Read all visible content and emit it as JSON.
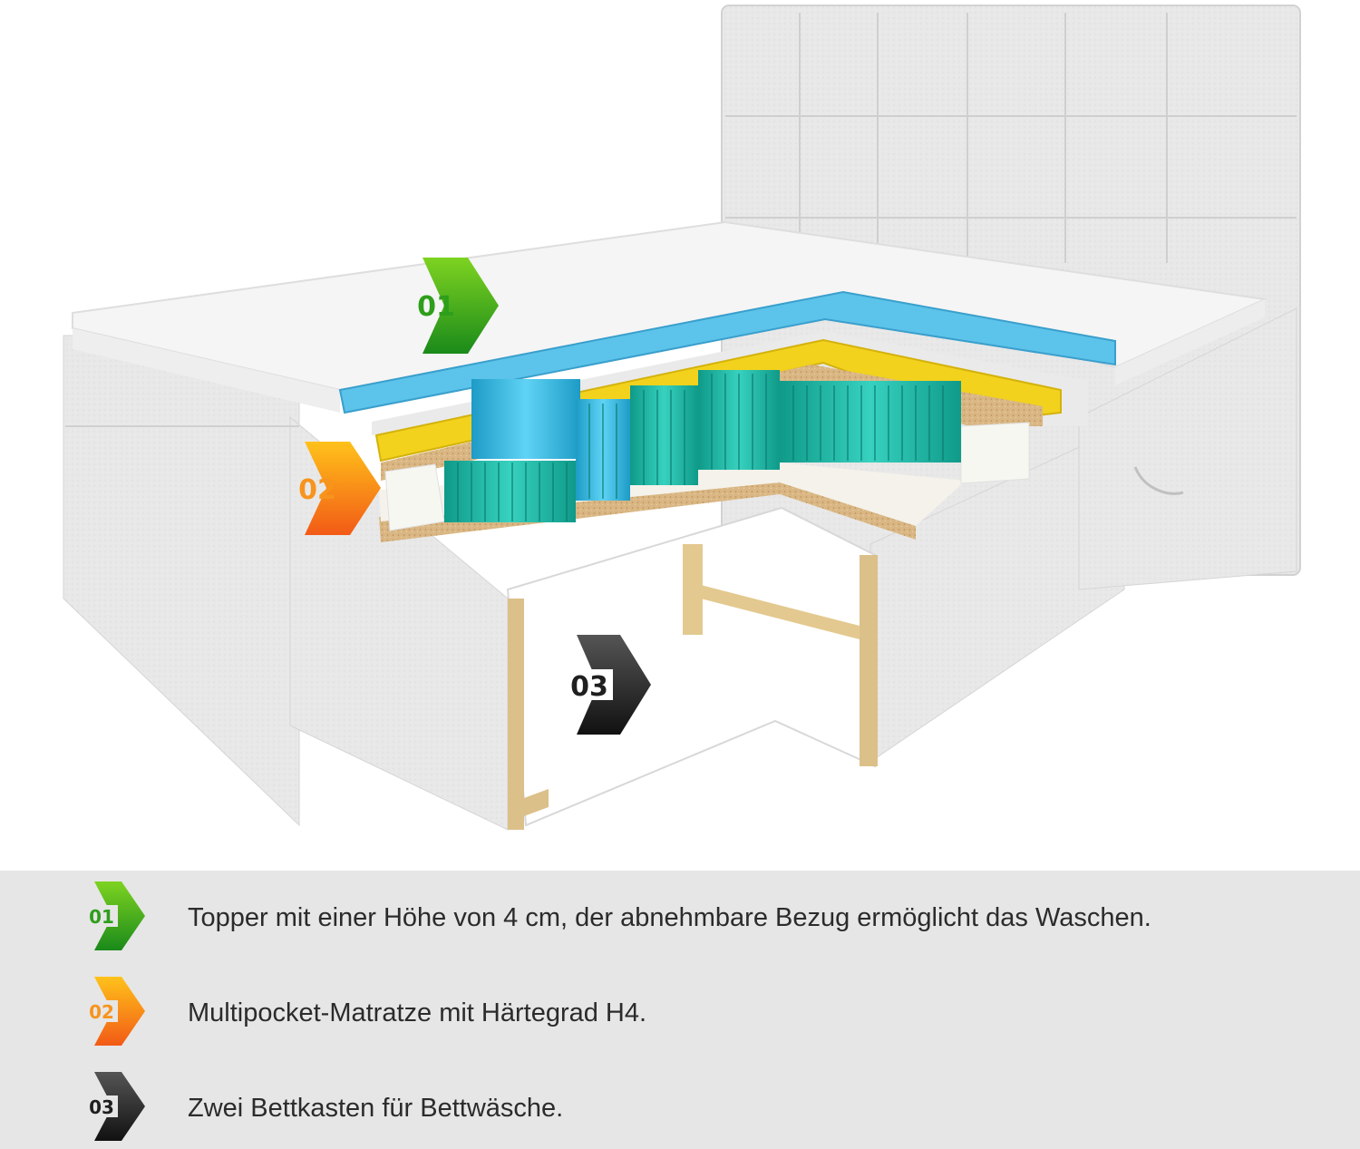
{
  "figure": {
    "badges": [
      {
        "number": "01",
        "color": "#2e9e1b"
      },
      {
        "number": "02",
        "color": "#f7941d"
      },
      {
        "number": "03",
        "color": "#1f1f1f"
      }
    ]
  },
  "legend": {
    "items": [
      {
        "number": "01",
        "text": "Topper mit einer Höhe von 4 cm, der abnehmbare Bezug ermöglicht das Waschen.",
        "color": "#2e9e1b"
      },
      {
        "number": "02",
        "text": "Multipocket-Matratze mit Härtegrad H4.",
        "color": "#f7941d"
      },
      {
        "number": "03",
        "text": "Zwei Bettkasten für Bettwäsche.",
        "color": "#1f1f1f"
      }
    ]
  },
  "colors": {
    "fabric": "#e9e9e9",
    "topper": "#f6f6f6",
    "gel_foam": "#5cc3ea",
    "yellow_foam": "#f2d21c",
    "coconut": "#d8b581",
    "springs_teal": "#1bb5a6",
    "springs_blue": "#2fb8e3",
    "wood": "#dcc089",
    "legend_background": "#e6e6e6"
  }
}
